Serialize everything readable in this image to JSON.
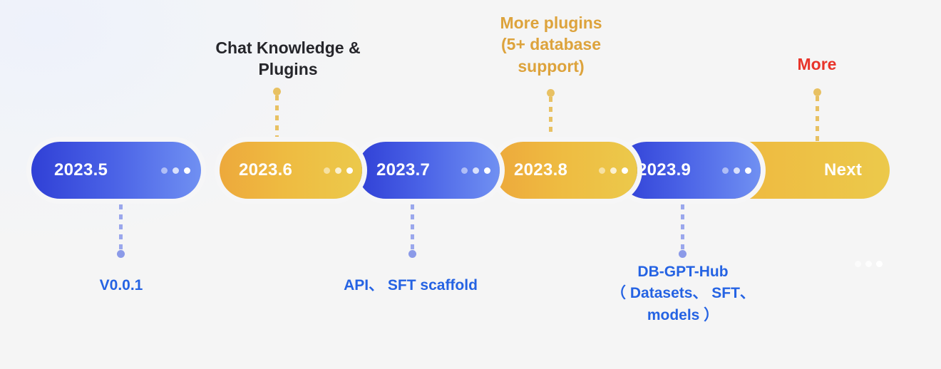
{
  "diagram": {
    "title": "DB-GPT roadmap timeline",
    "background_color": "#f5f5f5"
  },
  "colors": {
    "blue_dark": "#3040d6",
    "blue_light": "#7090f2",
    "gold_dark": "#eda93c",
    "gold_light": "#ecc94b",
    "label_blue": "#2563e3",
    "label_amber": "#dda33c",
    "label_red": "#e8342a",
    "label_dark": "#26262b",
    "connector_amber": "#e8c163",
    "connector_blue": "#9aa7ec"
  },
  "timeline": {
    "segments": [
      {
        "label": "2023.5",
        "theme": "blue",
        "ellipsis": "•••"
      },
      {
        "label": "2023.6",
        "theme": "gold",
        "ellipsis": "•••"
      },
      {
        "label": "2023.7",
        "theme": "blue",
        "ellipsis": "•••"
      },
      {
        "label": "2023.8",
        "theme": "gold",
        "ellipsis": "•••"
      },
      {
        "label": "2023.9",
        "theme": "blue",
        "ellipsis": "•••"
      },
      {
        "label": "Next",
        "theme": "gold",
        "ellipsis": ""
      }
    ]
  },
  "callouts_above": [
    {
      "text": "Chat Knowledge &\nPlugins",
      "color_key": "label_dark",
      "segment": "2023.6"
    },
    {
      "text": "More plugins\n(5+ database\nsupport)",
      "color_key": "label_amber",
      "segment": "2023.8"
    },
    {
      "text": "More",
      "color_key": "label_red",
      "segment": "Next"
    }
  ],
  "callouts_below": [
    {
      "text": "V0.0.1",
      "segment": "2023.5"
    },
    {
      "text": "API、 SFT scaffold",
      "segment": "2023.7"
    },
    {
      "text": "DB-GPT-Hub\n（ Datasets、 SFT、\nmodels ）",
      "segment": "2023.9"
    }
  ],
  "decoration": {
    "corner_dots": "•••"
  }
}
